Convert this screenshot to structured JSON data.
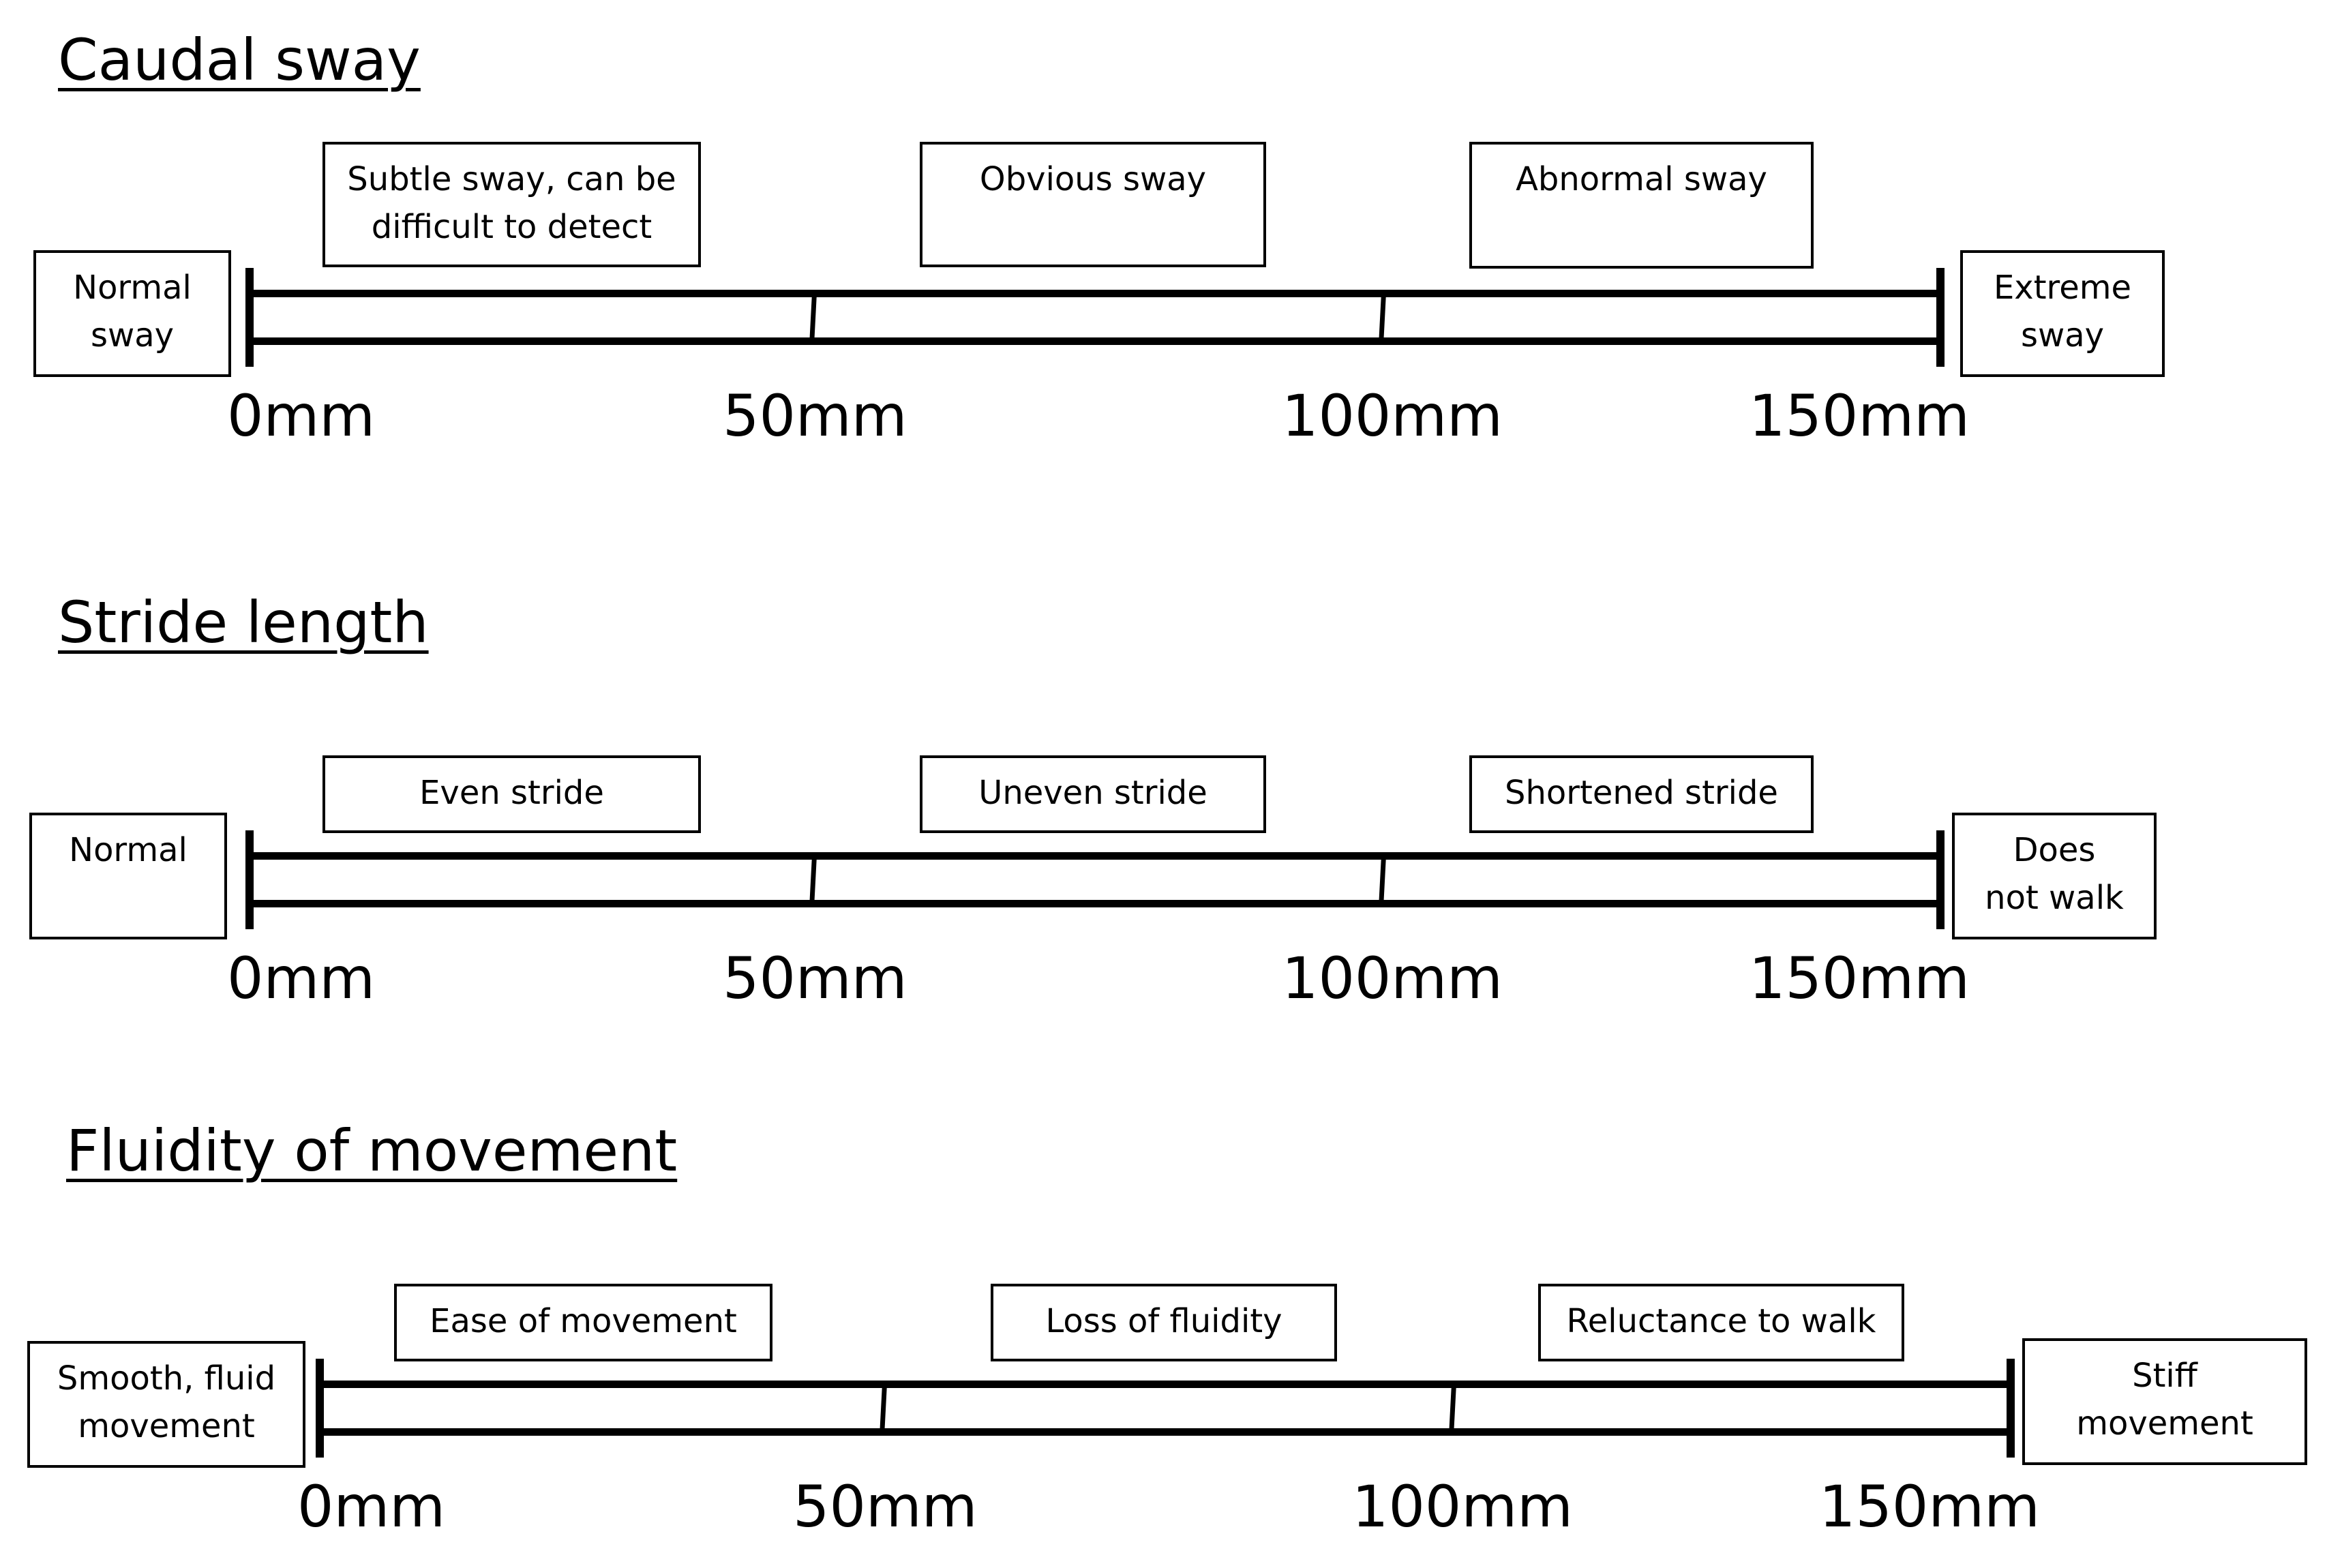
{
  "scales": [
    {
      "title": "Caudal sway",
      "left_end": "Normal\nsway",
      "right_end": "Extreme\nsway",
      "descriptors": [
        "Subtle sway, can be\ndifficult to detect",
        "Obvious sway",
        "Abnormal sway"
      ],
      "ticks": [
        "0mm",
        "50mm",
        "100mm",
        "150mm"
      ]
    },
    {
      "title": "Stride length",
      "left_end": "Normal",
      "right_end": "Does\nnot walk",
      "descriptors": [
        "Even stride",
        "Uneven stride",
        "Shortened stride"
      ],
      "ticks": [
        "0mm",
        "50mm",
        "100mm",
        "150mm"
      ]
    },
    {
      "title": "Fluidity of movement",
      "left_end": "Smooth, fluid\nmovement",
      "right_end": "Stiff\nmovement",
      "descriptors": [
        "Ease of movement",
        "Loss of fluidity",
        "Reluctance to walk"
      ],
      "ticks": [
        "0mm",
        "50mm",
        "100mm",
        "150mm"
      ]
    }
  ]
}
